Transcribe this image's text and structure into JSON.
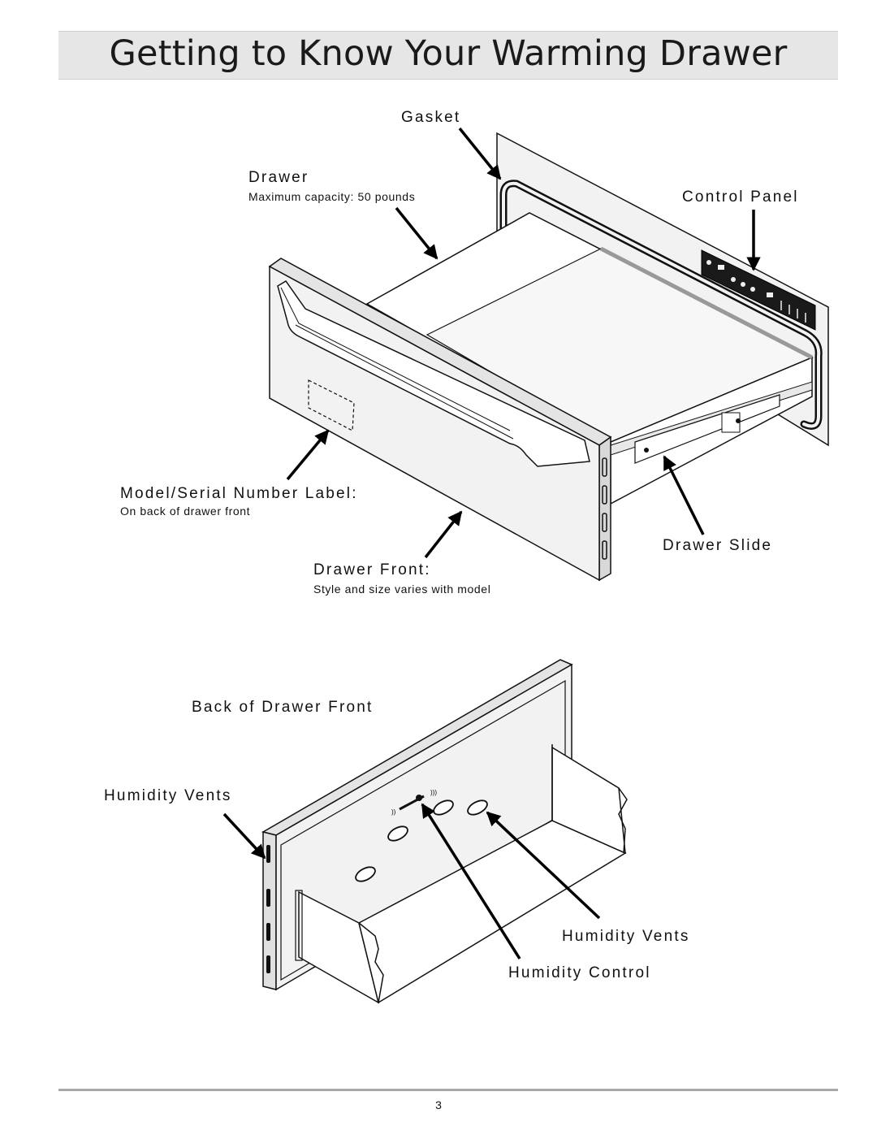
{
  "header": {
    "title": "Getting to Know Your Warming Drawer"
  },
  "top_diagram": {
    "gasket": "Gasket",
    "drawer": "Drawer",
    "drawer_note": "Maximum capacity: 50 pounds",
    "control_panel": "Control Panel",
    "model_label": "Model/Serial Number Label:",
    "model_label_note": "On back of drawer front",
    "drawer_front": "Drawer Front:",
    "drawer_front_note": "Style and size varies with model",
    "drawer_slide": "Drawer Slide"
  },
  "bottom_diagram": {
    "back_of_front": "Back of Drawer Front",
    "humidity_vents_left": "Humidity Vents",
    "humidity_vents_right": "Humidity Vents",
    "humidity_control": "Humidity Control"
  },
  "footer": {
    "page_number": "3"
  }
}
